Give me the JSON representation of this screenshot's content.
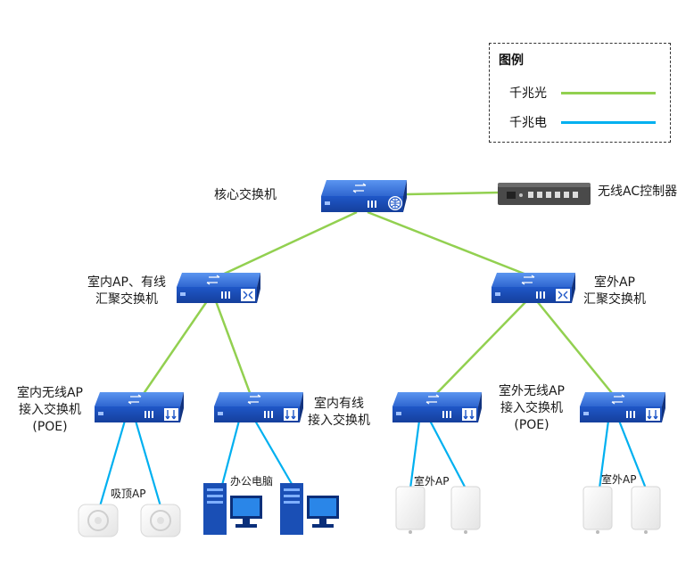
{
  "legend": {
    "title": "图例",
    "items": [
      {
        "label": "千兆光",
        "color": "#92d050"
      },
      {
        "label": "千兆电",
        "color": "#00b0f0"
      }
    ]
  },
  "nodes": {
    "core_switch": "核心交换机",
    "ac_controller": "无线AC控制器",
    "indoor_agg_line1": "室内AP、有线",
    "indoor_agg_line2": "汇聚交换机",
    "outdoor_agg_line1": "室外AP",
    "outdoor_agg_line2": "汇聚交换机",
    "indoor_ap_access_line1": "室内无线AP",
    "indoor_ap_access_line2": "接入交换机",
    "indoor_ap_access_line3": "(POE)",
    "indoor_wired_access_line1": "室内有线",
    "indoor_wired_access_line2": "接入交换机",
    "outdoor_ap_access_line1": "室外无线AP",
    "outdoor_ap_access_line2": "接入交换机",
    "outdoor_ap_access_line3": "(POE)",
    "ceiling_ap": "吸顶AP",
    "office_pc": "办公电脑",
    "outdoor_ap_1": "室外AP",
    "outdoor_ap_2": "室外AP"
  },
  "colors": {
    "device_blue": "#1f4fbf",
    "device_light": "#3f7ee8",
    "fiber": "#92d050",
    "copper": "#00b0f0"
  }
}
